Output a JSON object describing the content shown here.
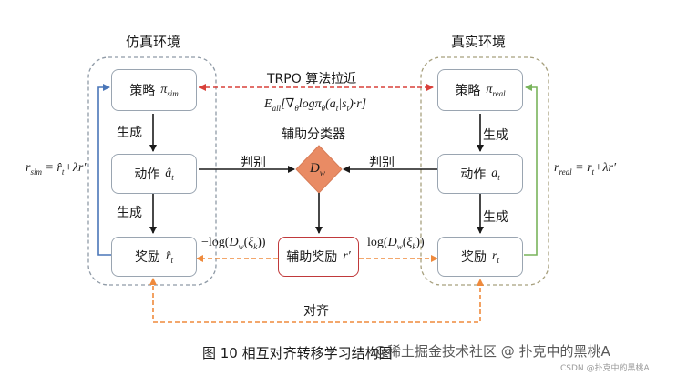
{
  "figure": {
    "sim_env_title": "仿真环境",
    "real_env_title": "真实环境",
    "sim_policy_label": "策略",
    "sim_policy_symbol": "π",
    "sim_policy_sub": "sim",
    "real_policy_label": "策略",
    "real_policy_symbol": "π",
    "real_policy_sub": "real",
    "sim_action_label": "动作",
    "real_action_label": "动作",
    "sim_reward_label": "奖励",
    "real_reward_label": "奖励",
    "generate_label": "生成",
    "trpo_label": "TRPO 算法拉近",
    "trpo_formula": "E_all[∇θ logπθ(at|st)·r]",
    "aux_classifier_label": "辅助分类器",
    "discriminator_symbol": "D_w",
    "judge_label": "判别",
    "aux_reward_label": "辅助奖励",
    "aux_reward_symbol": "r′",
    "left_log_label": "−log(D_w(ξ_k))",
    "right_log_label": "log(D_w(ξ_k))",
    "align_label": "对齐",
    "sim_reward_formula": "r_sim = r̂_t + λr′",
    "real_reward_formula": "r_real = r_t + λr′",
    "caption": "图 10    相互对齐转移学习结构图"
  },
  "watermark": {
    "main": "@稀土掘金技术社区 @ 扑克中的黑桃A",
    "csdn": "CSDN @扑克中的黑桃A"
  },
  "colors": {
    "box_border": "#9aa5b1",
    "dashed_env": "#8f9aa6",
    "dashed_real_env": "#a7a07e",
    "red_arrow": "#d9403a",
    "orange_arrow": "#ef8a3c",
    "blue_line": "#4a76b8",
    "green_line": "#79b45c",
    "diamond": "#e98b64"
  }
}
